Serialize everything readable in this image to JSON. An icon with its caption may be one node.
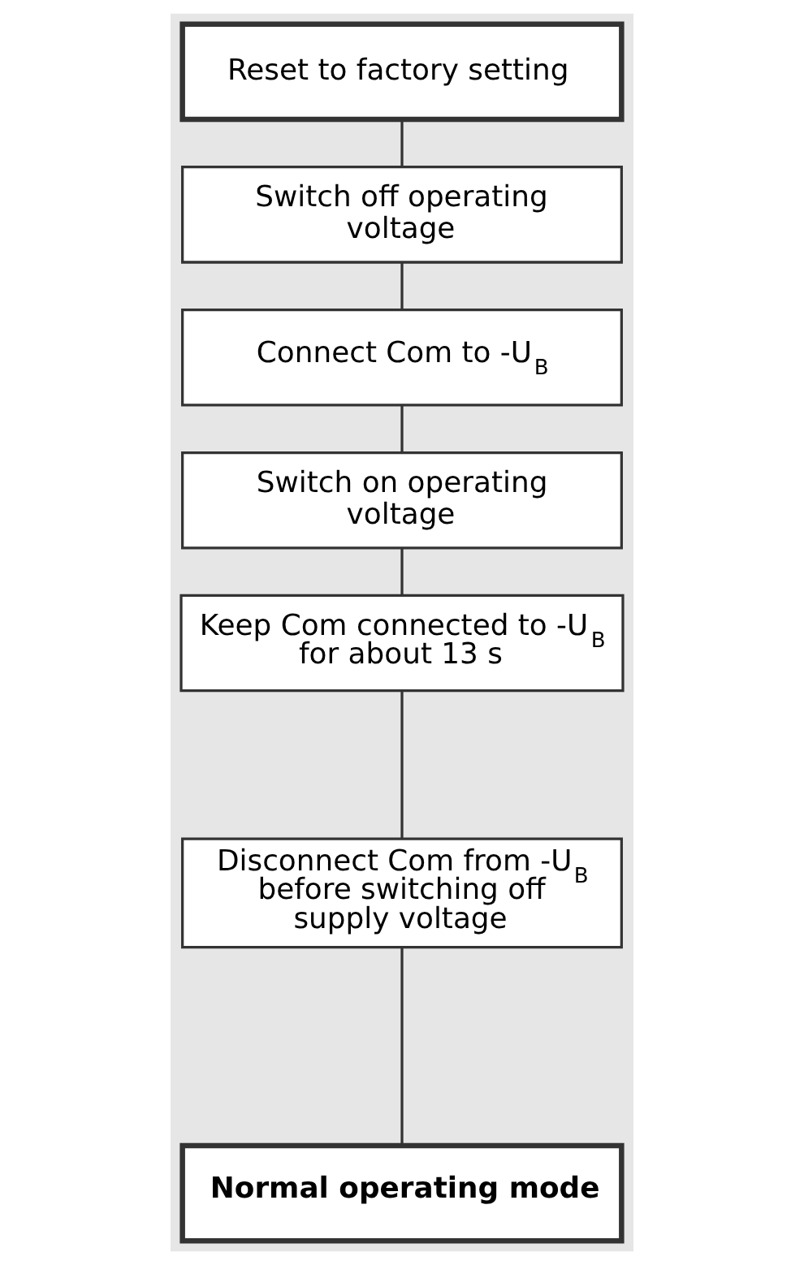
{
  "diagram": {
    "nodes": [
      {
        "text": [
          "Reset to factory setting"
        ]
      },
      {
        "text": [
          "Switch off operating voltage"
        ]
      },
      {
        "text": [
          "Connect Com to -U$_{B}$"
        ]
      },
      {
        "text": [
          "Switch on operating voltage"
        ]
      },
      {
        "text": [
          "Keep Com connected to -U$_{B}$ for about 13 s"
        ]
      },
      {
        "text": [
          "Disconnect Com from -U$_{B}$ before switching off supply voltage"
        ]
      },
      {
        "text": [
          "Normal operating mode"
        ]
      }
    ],
    "edges": [
      {
        "from": 0,
        "to": 1,
        "arrow": "none"
      },
      {
        "from": 1,
        "to": 2,
        "arrow": "none"
      },
      {
        "from": 2,
        "to": 3,
        "arrow": "none"
      },
      {
        "from": 3,
        "to": 4,
        "arrow": "none"
      },
      {
        "from": 4,
        "to": 5,
        "arrow": "none"
      },
      {
        "from": 5,
        "to": 6,
        "arrow": "none"
      }
    ]
  }
}
